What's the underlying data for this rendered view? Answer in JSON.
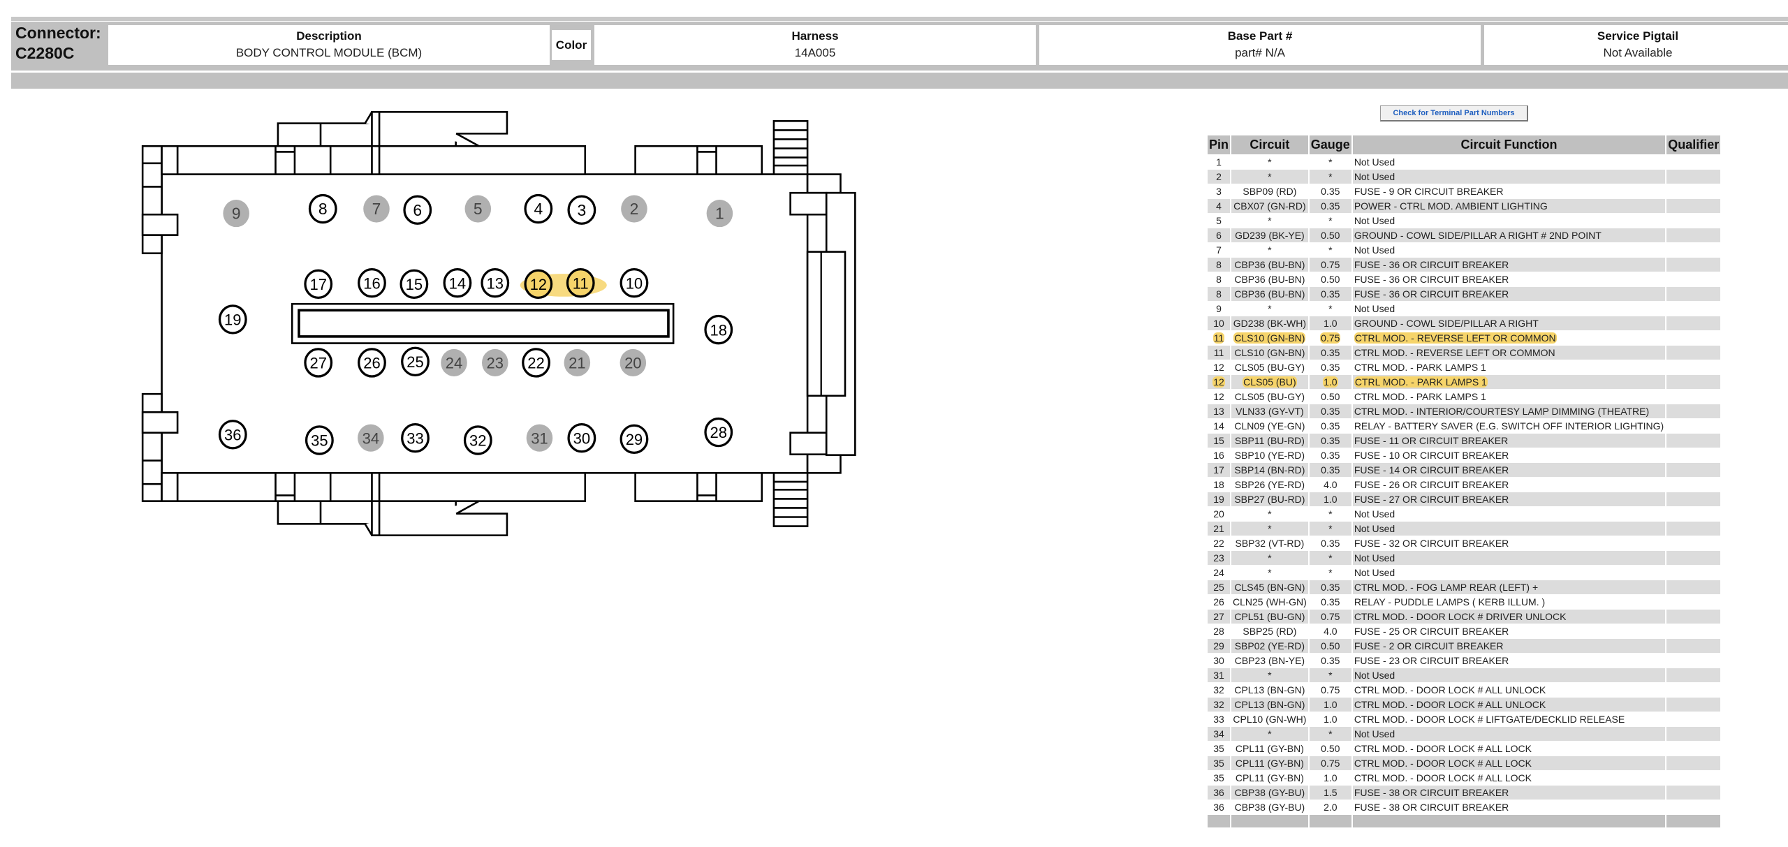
{
  "header": {
    "connector_label": "Connector:",
    "connector_id": "C2280C",
    "description_label": "Description",
    "description_value": "BODY CONTROL MODULE (BCM)",
    "color_label": "Color",
    "harness_label": "Harness",
    "harness_value": "14A005",
    "base_part_label": "Base Part #",
    "base_part_value": "part# N/A",
    "service_pigtail_label": "Service Pigtail",
    "service_pigtail_value": "Not Available"
  },
  "terminal_button": "Check for Terminal Part Numbers",
  "colors": {
    "highlight": "#f6d46a",
    "not_used_pin": "#b0b0b0",
    "header_gray": "#c0c0c0",
    "row_gray": "#dcdcdc"
  },
  "diagram": {
    "not_used_pins": [
      "1",
      "2",
      "5",
      "7",
      "9",
      "20",
      "21",
      "23",
      "24",
      "31",
      "34"
    ],
    "highlighted_pins": [
      "11",
      "12"
    ],
    "pins": [
      "1",
      "2",
      "3",
      "4",
      "5",
      "6",
      "7",
      "8",
      "9",
      "10",
      "11",
      "12",
      "13",
      "14",
      "15",
      "16",
      "17",
      "18",
      "19",
      "20",
      "21",
      "22",
      "23",
      "24",
      "25",
      "26",
      "27",
      "28",
      "29",
      "30",
      "31",
      "32",
      "33",
      "34",
      "35",
      "36"
    ]
  },
  "table": {
    "headers": [
      "Pin",
      "Circuit",
      "Gauge",
      "Circuit Function",
      "Qualifier"
    ],
    "rows": [
      {
        "pin": "1",
        "circuit": "*",
        "gauge": "*",
        "function": "Not Used",
        "qualifier": ""
      },
      {
        "pin": "2",
        "circuit": "*",
        "gauge": "*",
        "function": "Not Used",
        "qualifier": ""
      },
      {
        "pin": "3",
        "circuit": "SBP09 (RD)",
        "gauge": "0.35",
        "function": "FUSE - 9 OR CIRCUIT BREAKER",
        "qualifier": ""
      },
      {
        "pin": "4",
        "circuit": "CBX07 (GN-RD)",
        "gauge": "0.35",
        "function": "POWER - CTRL MOD. AMBIENT LIGHTING",
        "qualifier": ""
      },
      {
        "pin": "5",
        "circuit": "*",
        "gauge": "*",
        "function": "Not Used",
        "qualifier": ""
      },
      {
        "pin": "6",
        "circuit": "GD239 (BK-YE)",
        "gauge": "0.50",
        "function": "GROUND - COWL SIDE/PILLAR A RIGHT # 2ND POINT",
        "qualifier": ""
      },
      {
        "pin": "7",
        "circuit": "*",
        "gauge": "*",
        "function": "Not Used",
        "qualifier": ""
      },
      {
        "pin": "8",
        "circuit": "CBP36 (BU-BN)",
        "gauge": "0.75",
        "function": "FUSE - 36 OR CIRCUIT BREAKER",
        "qualifier": ""
      },
      {
        "pin": "8",
        "circuit": "CBP36 (BU-BN)",
        "gauge": "0.50",
        "function": "FUSE - 36 OR CIRCUIT BREAKER",
        "qualifier": ""
      },
      {
        "pin": "8",
        "circuit": "CBP36 (BU-BN)",
        "gauge": "0.35",
        "function": "FUSE - 36 OR CIRCUIT BREAKER",
        "qualifier": ""
      },
      {
        "pin": "9",
        "circuit": "*",
        "gauge": "*",
        "function": "Not Used",
        "qualifier": ""
      },
      {
        "pin": "10",
        "circuit": "GD238 (BK-WH)",
        "gauge": "1.0",
        "function": "GROUND - COWL SIDE/PILLAR A RIGHT",
        "qualifier": ""
      },
      {
        "pin": "11",
        "circuit": "CLS10 (GN-BN)",
        "gauge": "0.75",
        "function": "CTRL MOD. - REVERSE LEFT OR COMMON",
        "qualifier": "",
        "highlighted": true
      },
      {
        "pin": "11",
        "circuit": "CLS10 (GN-BN)",
        "gauge": "0.35",
        "function": "CTRL MOD. - REVERSE LEFT OR COMMON",
        "qualifier": ""
      },
      {
        "pin": "12",
        "circuit": "CLS05 (BU-GY)",
        "gauge": "0.35",
        "function": "CTRL MOD. - PARK LAMPS 1",
        "qualifier": ""
      },
      {
        "pin": "12",
        "circuit": "CLS05 (BU)",
        "gauge": "1.0",
        "function": "CTRL MOD. - PARK LAMPS 1",
        "qualifier": "",
        "highlighted": true
      },
      {
        "pin": "12",
        "circuit": "CLS05 (BU-GY)",
        "gauge": "0.50",
        "function": "CTRL MOD. - PARK LAMPS 1",
        "qualifier": ""
      },
      {
        "pin": "13",
        "circuit": "VLN33 (GY-VT)",
        "gauge": "0.35",
        "function": "CTRL MOD. - INTERIOR/COURTESY LAMP DIMMING (THEATRE)",
        "qualifier": ""
      },
      {
        "pin": "14",
        "circuit": "CLN09 (YE-GN)",
        "gauge": "0.35",
        "function": "RELAY - BATTERY SAVER (E.G. SWITCH OFF INTERIOR LIGHTING)",
        "qualifier": ""
      },
      {
        "pin": "15",
        "circuit": "SBP11 (BU-RD)",
        "gauge": "0.35",
        "function": "FUSE - 11 OR CIRCUIT BREAKER",
        "qualifier": ""
      },
      {
        "pin": "16",
        "circuit": "SBP10 (YE-RD)",
        "gauge": "0.35",
        "function": "FUSE - 10 OR CIRCUIT BREAKER",
        "qualifier": ""
      },
      {
        "pin": "17",
        "circuit": "SBP14 (BN-RD)",
        "gauge": "0.35",
        "function": "FUSE - 14 OR CIRCUIT BREAKER",
        "qualifier": ""
      },
      {
        "pin": "18",
        "circuit": "SBP26 (YE-RD)",
        "gauge": "4.0",
        "function": "FUSE - 26 OR CIRCUIT BREAKER",
        "qualifier": ""
      },
      {
        "pin": "19",
        "circuit": "SBP27 (BU-RD)",
        "gauge": "1.0",
        "function": "FUSE - 27 OR CIRCUIT BREAKER",
        "qualifier": ""
      },
      {
        "pin": "20",
        "circuit": "*",
        "gauge": "*",
        "function": "Not Used",
        "qualifier": ""
      },
      {
        "pin": "21",
        "circuit": "*",
        "gauge": "*",
        "function": "Not Used",
        "qualifier": ""
      },
      {
        "pin": "22",
        "circuit": "SBP32 (VT-RD)",
        "gauge": "0.35",
        "function": "FUSE - 32 OR CIRCUIT BREAKER",
        "qualifier": ""
      },
      {
        "pin": "23",
        "circuit": "*",
        "gauge": "*",
        "function": "Not Used",
        "qualifier": ""
      },
      {
        "pin": "24",
        "circuit": "*",
        "gauge": "*",
        "function": "Not Used",
        "qualifier": ""
      },
      {
        "pin": "25",
        "circuit": "CLS45 (BN-GN)",
        "gauge": "0.35",
        "function": "CTRL MOD. - FOG LAMP REAR (LEFT) +",
        "qualifier": ""
      },
      {
        "pin": "26",
        "circuit": "CLN25 (WH-GN)",
        "gauge": "0.35",
        "function": "RELAY - PUDDLE LAMPS ( KERB ILLUM. )",
        "qualifier": ""
      },
      {
        "pin": "27",
        "circuit": "CPL51 (BU-GN)",
        "gauge": "0.75",
        "function": "CTRL MOD. - DOOR LOCK # DRIVER UNLOCK",
        "qualifier": ""
      },
      {
        "pin": "28",
        "circuit": "SBP25 (RD)",
        "gauge": "4.0",
        "function": "FUSE - 25 OR CIRCUIT BREAKER",
        "qualifier": ""
      },
      {
        "pin": "29",
        "circuit": "SBP02 (YE-RD)",
        "gauge": "0.50",
        "function": "FUSE - 2 OR CIRCUIT BREAKER",
        "qualifier": ""
      },
      {
        "pin": "30",
        "circuit": "CBP23 (BN-YE)",
        "gauge": "0.35",
        "function": "FUSE - 23 OR CIRCUIT BREAKER",
        "qualifier": ""
      },
      {
        "pin": "31",
        "circuit": "*",
        "gauge": "*",
        "function": "Not Used",
        "qualifier": ""
      },
      {
        "pin": "32",
        "circuit": "CPL13 (BN-GN)",
        "gauge": "0.75",
        "function": "CTRL MOD. - DOOR LOCK # ALL UNLOCK",
        "qualifier": ""
      },
      {
        "pin": "32",
        "circuit": "CPL13 (BN-GN)",
        "gauge": "1.0",
        "function": "CTRL MOD. - DOOR LOCK # ALL UNLOCK",
        "qualifier": ""
      },
      {
        "pin": "33",
        "circuit": "CPL10 (GN-WH)",
        "gauge": "1.0",
        "function": "CTRL MOD. - DOOR LOCK # LIFTGATE/DECKLID RELEASE",
        "qualifier": ""
      },
      {
        "pin": "34",
        "circuit": "*",
        "gauge": "*",
        "function": "Not Used",
        "qualifier": ""
      },
      {
        "pin": "35",
        "circuit": "CPL11 (GY-BN)",
        "gauge": "0.50",
        "function": "CTRL MOD. - DOOR LOCK # ALL LOCK",
        "qualifier": ""
      },
      {
        "pin": "35",
        "circuit": "CPL11 (GY-BN)",
        "gauge": "0.75",
        "function": "CTRL MOD. - DOOR LOCK # ALL LOCK",
        "qualifier": ""
      },
      {
        "pin": "35",
        "circuit": "CPL11 (GY-BN)",
        "gauge": "1.0",
        "function": "CTRL MOD. - DOOR LOCK # ALL LOCK",
        "qualifier": ""
      },
      {
        "pin": "36",
        "circuit": "CBP38 (GY-BU)",
        "gauge": "1.5",
        "function": "FUSE - 38 OR CIRCUIT BREAKER",
        "qualifier": ""
      },
      {
        "pin": "36",
        "circuit": "CBP38 (GY-BU)",
        "gauge": "2.0",
        "function": "FUSE - 38 OR CIRCUIT BREAKER",
        "qualifier": ""
      }
    ]
  }
}
